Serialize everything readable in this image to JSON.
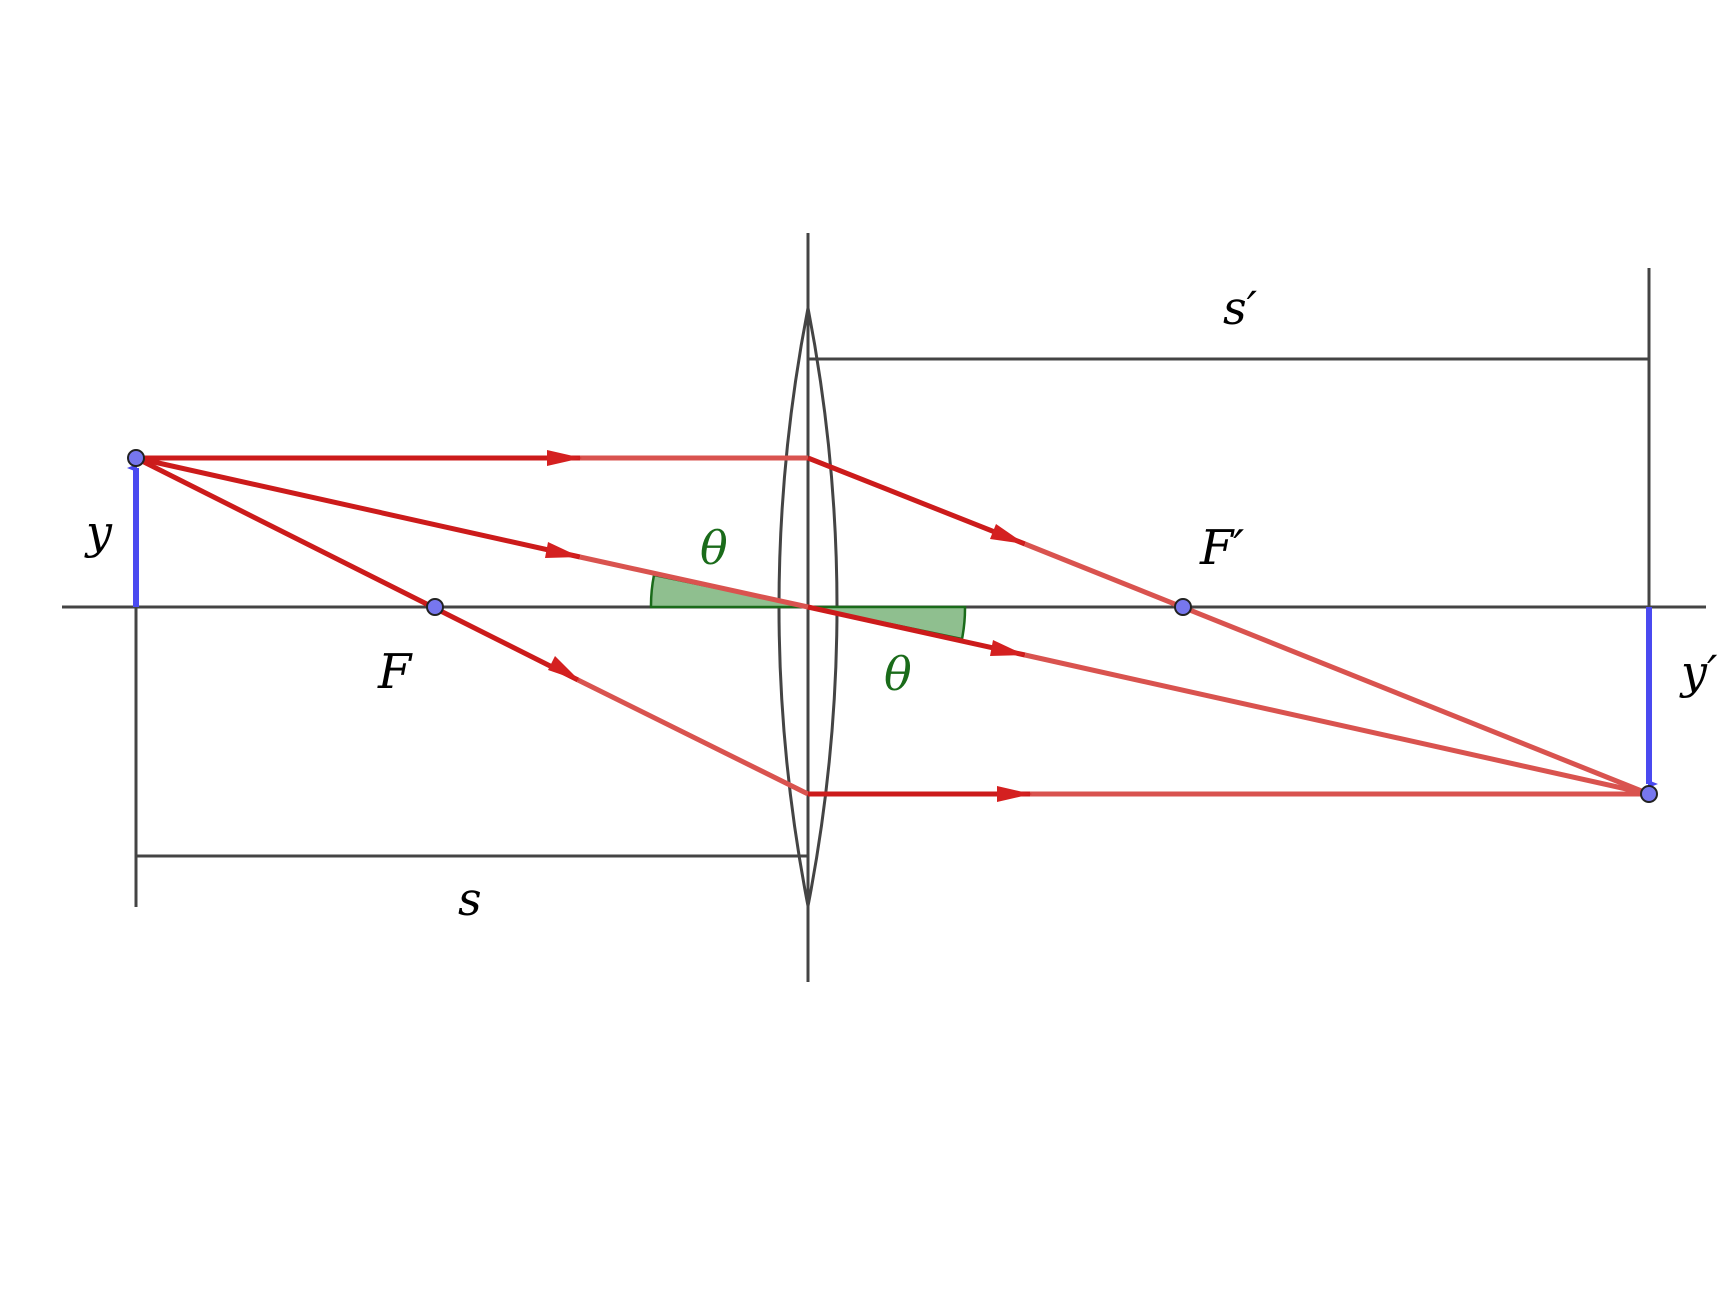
{
  "labels": {
    "object_height": "y",
    "image_height": "y′",
    "object_distance": "s",
    "image_distance": "s′",
    "focal_front": "F",
    "focal_back": "F′",
    "angle_left": "θ",
    "angle_right": "θ"
  },
  "colors": {
    "axis": "#444444",
    "ray": "#cc1b1b",
    "ray_faded": "#d9534f",
    "arrow_vector": "#4a4af0",
    "point_fill": "#7777ee",
    "angle_fill": "#8fbf8f",
    "angle_stroke": "#1a6b1a",
    "angle_text": "#1a6b1a"
  }
}
